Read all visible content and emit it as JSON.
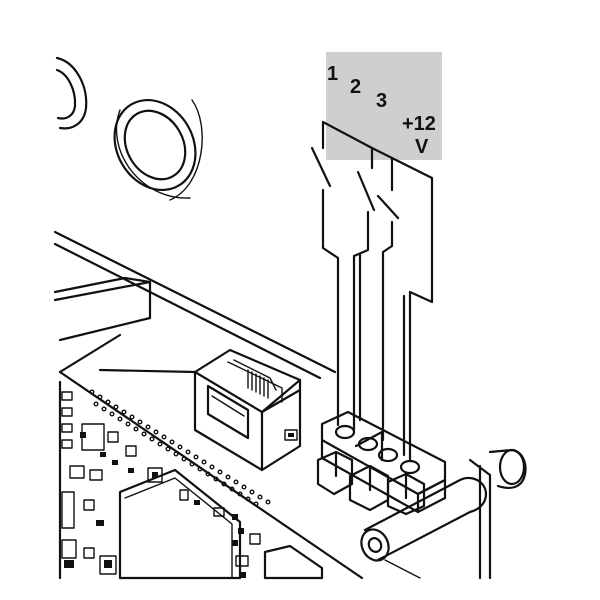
{
  "terminal_labels": {
    "t1": "1",
    "t2": "2",
    "t3": "3",
    "t4_line1": "+12",
    "t4_line2": "V"
  },
  "colors": {
    "label_band": "#cfcfcf",
    "ink": "#111111",
    "background": "#ffffff"
  }
}
